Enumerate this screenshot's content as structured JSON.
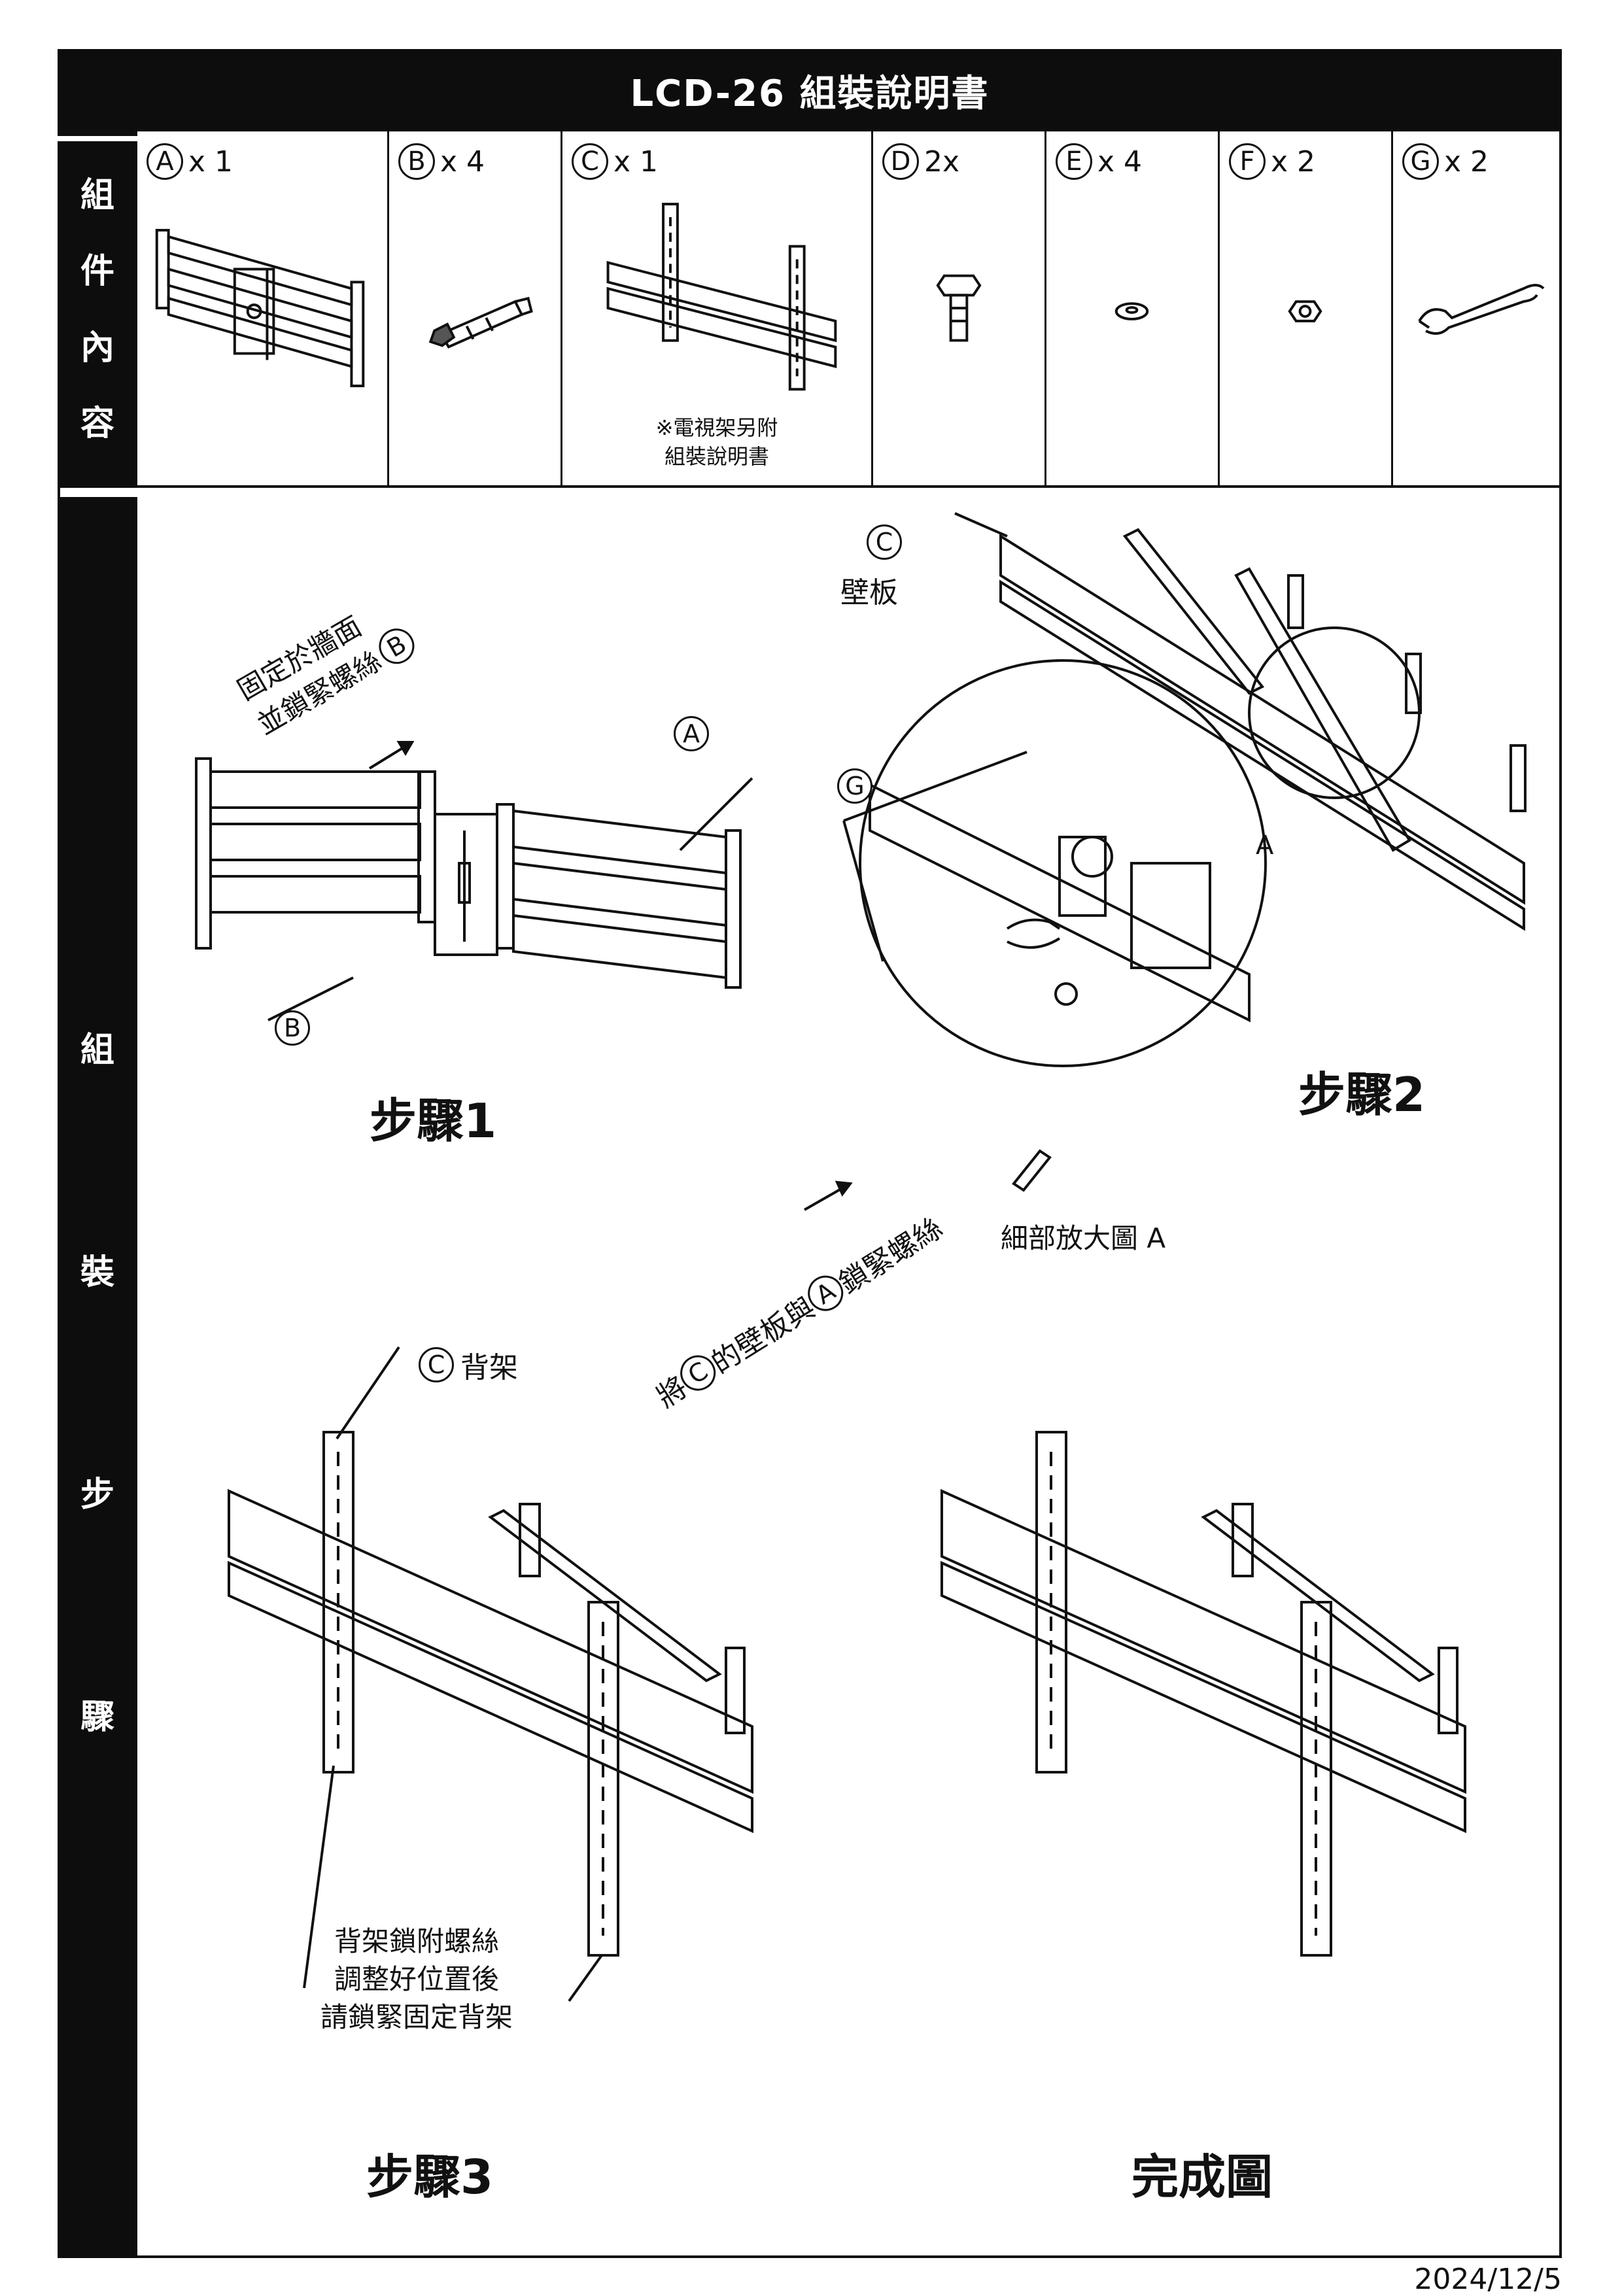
{
  "title": "LCD-26 組裝說明書",
  "side": {
    "parts_chars": [
      "組",
      "件",
      "內",
      "容"
    ],
    "assembly_chars": [
      "組",
      "裝",
      "步",
      "驟"
    ]
  },
  "parts": [
    {
      "letter": "A",
      "qty": "x 1"
    },
    {
      "letter": "B",
      "qty": "x 4"
    },
    {
      "letter": "C",
      "qty": "x 1",
      "note_line1": "※電視架另附",
      "note_line2": "組裝說明書"
    },
    {
      "letter": "D",
      "qty": "2x"
    },
    {
      "letter": "E",
      "qty": "x 4"
    },
    {
      "letter": "F",
      "qty": "x 2"
    },
    {
      "letter": "G",
      "qty": "x 2"
    }
  ],
  "step1": {
    "label": "步驟1",
    "instruction_line1": "固定於牆面",
    "instruction_line2": "並鎖緊螺絲",
    "callout_A": "A",
    "callout_B_top": "B",
    "callout_B_bottom": "B"
  },
  "step2": {
    "label": "步驟2",
    "callout_C": "C",
    "wall_plate": "壁板",
    "detail_marker": "A",
    "callout_G": "G",
    "detail_caption": "細部放大圖 A",
    "instruction_prefix": "將",
    "instruction_C": "C",
    "instruction_middle": "的壁板與",
    "instruction_A": "A",
    "instruction_suffix": "鎖緊螺絲"
  },
  "step3": {
    "label": "步驟3",
    "callout_C": "C",
    "back_frame": "背架",
    "note_line1": "背架鎖附螺絲",
    "note_line2": "調整好位置後",
    "note_line3": "請鎖緊固定背架"
  },
  "final": {
    "label": "完成圖"
  },
  "date": "2024/12/5"
}
